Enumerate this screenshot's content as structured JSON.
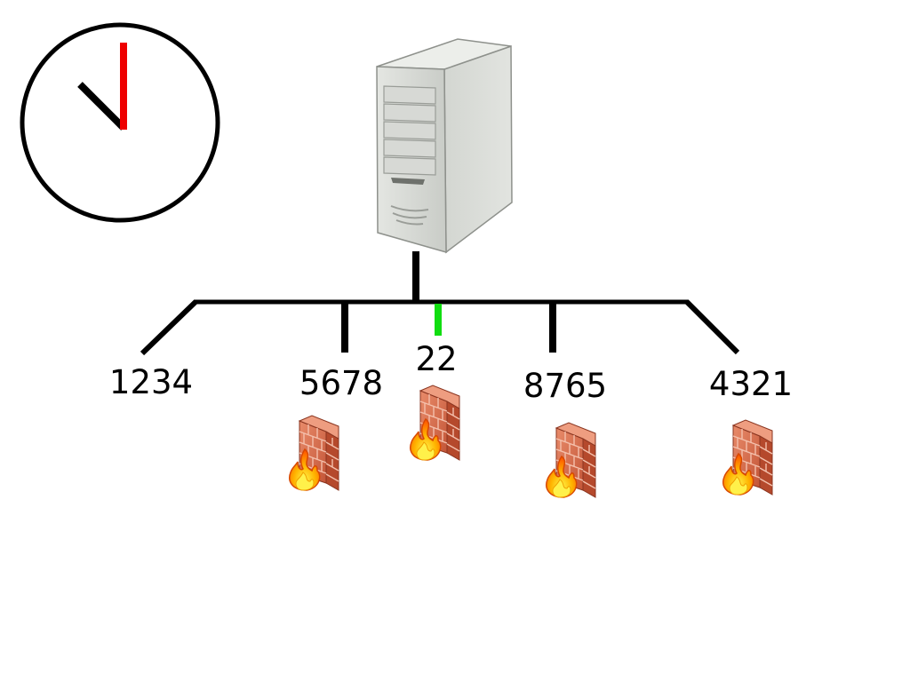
{
  "colors": {
    "line": "#000000",
    "open_port": "#11dd11",
    "clock_hour_hand": "#000000",
    "clock_minute_hand": "#ee0000",
    "server_body": "#d8dad6",
    "firewall_brick": "#d06a4a",
    "firewall_flame": "#ff7a00"
  },
  "icons": {
    "clock": "clock-icon",
    "server": "server-icon",
    "firewall": "firewall-icon"
  },
  "ports": [
    {
      "label": "1234",
      "firewall": false,
      "open": false
    },
    {
      "label": "5678",
      "firewall": true,
      "open": false
    },
    {
      "label": "22",
      "firewall": true,
      "open": true
    },
    {
      "label": "8765",
      "firewall": true,
      "open": false
    },
    {
      "label": "4321",
      "firewall": true,
      "open": false
    }
  ]
}
